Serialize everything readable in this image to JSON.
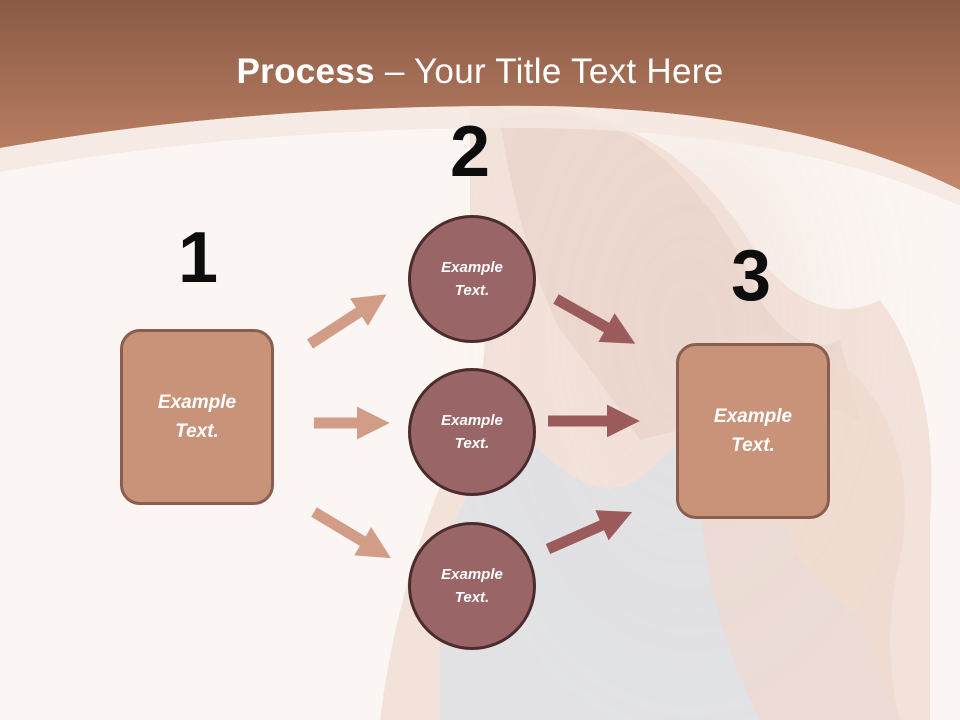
{
  "slide": {
    "title_bold": "Process",
    "title_rest": " – Your Title Text Here"
  },
  "colors": {
    "banner_top": "#8a5a45",
    "banner_bottom": "#c4876a",
    "box_fill": "#c9937a",
    "box_border": "#8a5e4f",
    "circle_fill": "#9a6566",
    "circle_border": "#4c2b2d",
    "arrow_left": "#d29d86",
    "arrow_right": "#9c5b5b"
  },
  "steps": {
    "one": {
      "number": "1",
      "box": {
        "line1": "Example",
        "line2": "Text."
      }
    },
    "two": {
      "number": "2",
      "circles": [
        {
          "line1": "Example",
          "line2": "Text."
        },
        {
          "line1": "Example",
          "line2": "Text."
        },
        {
          "line1": "Example",
          "line2": "Text."
        }
      ]
    },
    "three": {
      "number": "3",
      "box": {
        "line1": "Example",
        "line2": "Text."
      }
    }
  }
}
